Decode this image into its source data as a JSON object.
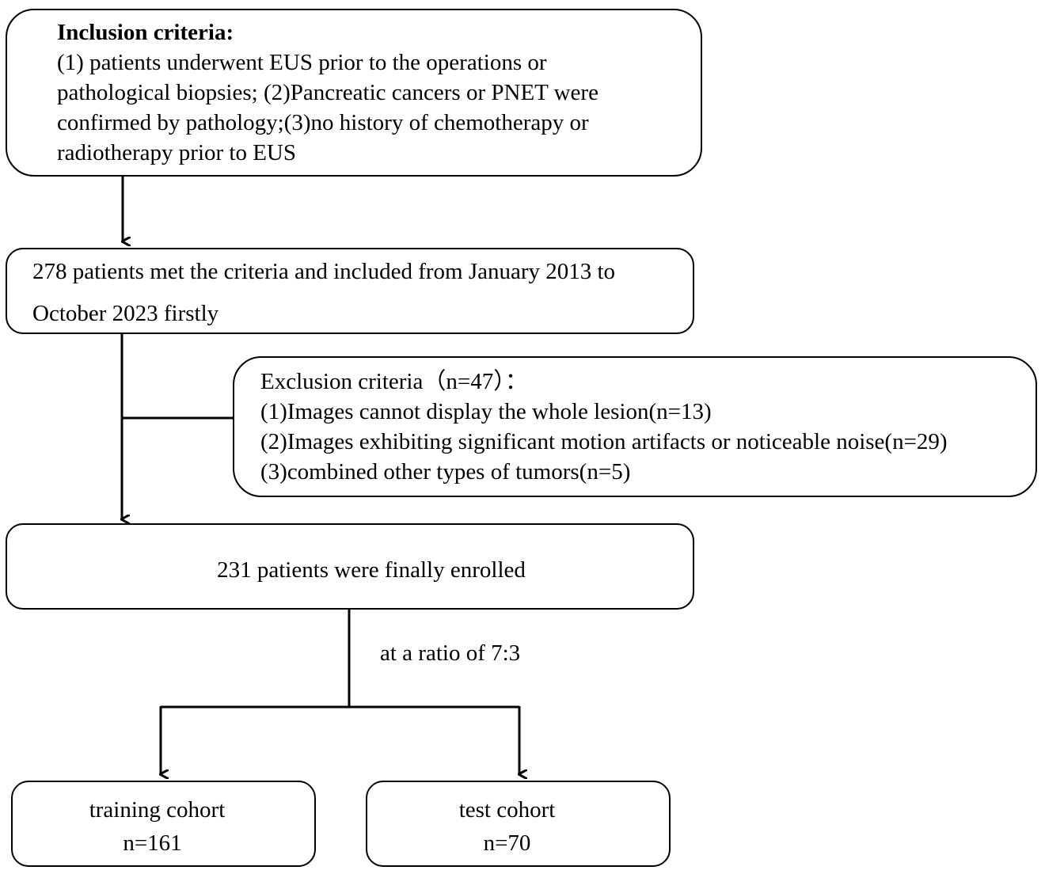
{
  "inclusion": {
    "title": "Inclusion criteria:",
    "lines": [
      "(1) patients underwent EUS prior to the operations or",
      "pathological biopsies; (2)Pancreatic cancers or PNET were",
      "confirmed by pathology;(3)no history of chemotherapy or",
      "radiotherapy prior to EUS"
    ]
  },
  "met_criteria": {
    "lines": [
      "278 patients met the criteria and included from January 2013 to",
      "October 2023 firstly"
    ]
  },
  "exclusion": {
    "title": "Exclusion criteria（n=47）：",
    "lines": [
      "(1)Images cannot display the whole lesion(n=13)",
      "(2)Images exhibiting significant motion artifacts or noticeable noise(n=29)",
      "(3)combined other types of tumors(n=5)"
    ]
  },
  "enrolled": {
    "text": "231 patients were finally enrolled"
  },
  "split": {
    "ratio_label": "at a ratio of 7:3"
  },
  "training": {
    "label": "training cohort",
    "count": "n=161"
  },
  "test": {
    "label": "test cohort",
    "count": "n=70"
  },
  "colors": {
    "line": "#000000",
    "background": "#ffffff"
  }
}
